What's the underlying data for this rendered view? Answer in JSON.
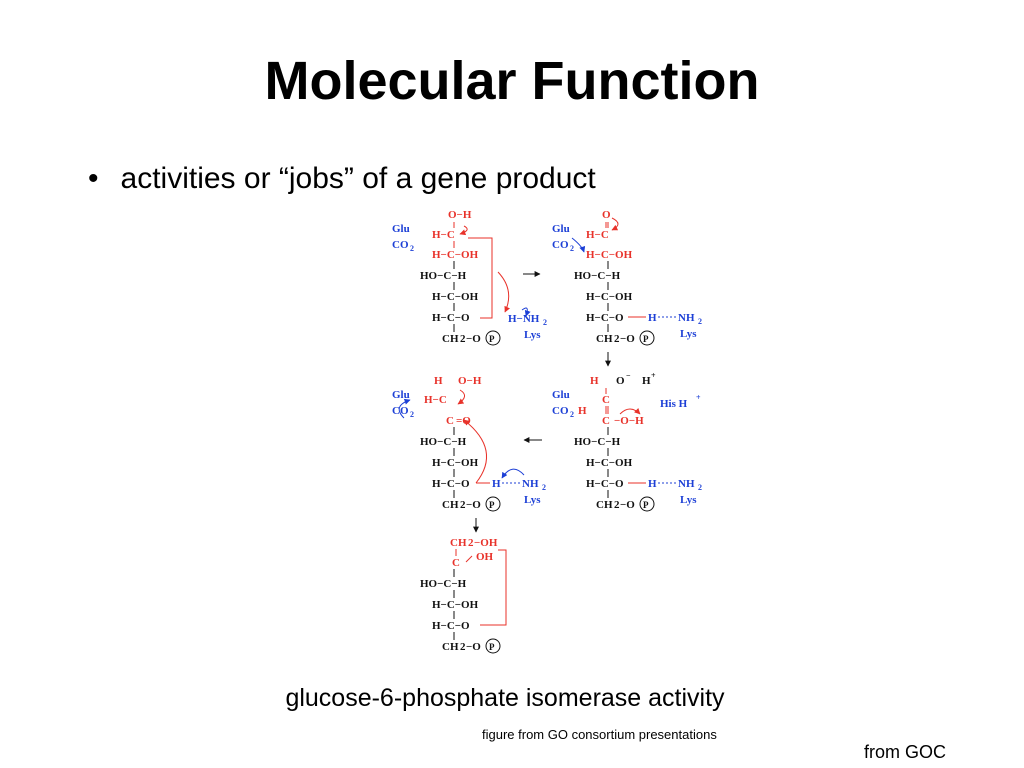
{
  "slide": {
    "title": "Molecular Function",
    "bullet": "activities or “jobs” of a gene product",
    "bullet_marker": "•",
    "caption": "glucose-6-phosphate isomerase activity",
    "figure_credit": "figure from GO consortium presentations",
    "source": "from GOC"
  },
  "figure": {
    "colors": {
      "black": "#111111",
      "red": "#e8322a",
      "blue": "#1c3fd6"
    },
    "labels": {
      "glu": "Glu",
      "co2": "CO",
      "sub2": "2",
      "lys": "Lys",
      "his": "His H",
      "hplus": "+",
      "oh_h": "O−H",
      "hc": "H−C",
      "hcoh": "H−C−OH",
      "hoch": "HO−C−H",
      "hco": "H−C−O",
      "ch2o": "CH",
      "p": "P",
      "hnh2": "H−NH",
      "nh2": "NH",
      "o": "O",
      "h": "H",
      "oh": "OH",
      "c": "C",
      "ch2oh": "CH"
    }
  }
}
